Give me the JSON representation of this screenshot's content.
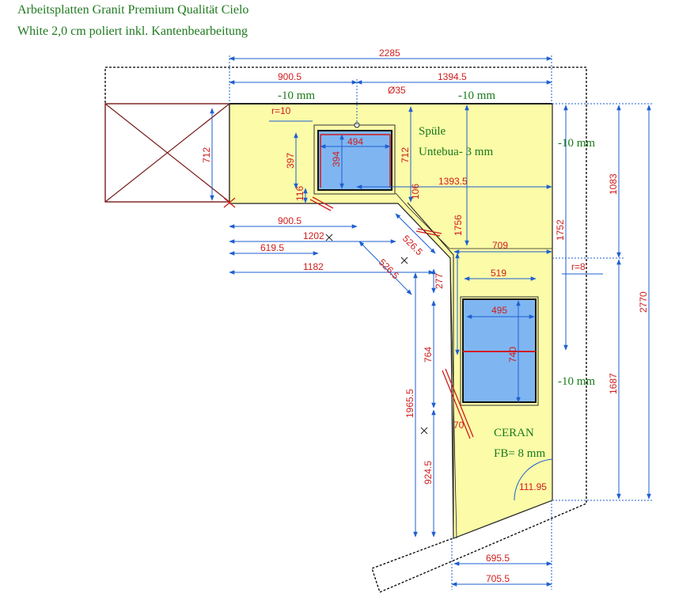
{
  "title": {
    "line1": "Arbeitsplatten Granit Premium Qualität Cielo",
    "line2": "White 2,0 cm poliert inkl. Kantenbearbeitung"
  },
  "notes": {
    "minus10_a": "-10 mm",
    "minus10_b": "-10 mm",
    "minus10_c": "-10 mm",
    "minus10_d": "-10 mm",
    "sink_title": "Spüle",
    "sink_sub": "Untebua- 3 mm",
    "ceran_title": "CERAN",
    "ceran_sub": "FB= 8 mm"
  },
  "dimensions": {
    "d2285": "2285",
    "d900_5_top": "900.5",
    "d1394_5": "1394.5",
    "d35": "Ø35",
    "r10": "r=10",
    "r8": "r=8",
    "d712_left": "712",
    "d397": "397",
    "d494": "494",
    "d394": "394",
    "d712_mid": "712",
    "d116_left": "116",
    "d106": "106",
    "d1393_5": "1393.5",
    "d900_5_low": "900.5",
    "d1202": "1202",
    "d619_5": "619.5",
    "d1182": "1182",
    "d526_5_a": "526.5",
    "d526_5_b": "526.5",
    "d1756": "1756",
    "d709": "709",
    "d1752": "1752",
    "d1083": "1083",
    "d2770": "2770",
    "d277": "277",
    "d519": "519",
    "d495": "495",
    "d740": "740",
    "d764": "764",
    "d1965_5": "1965.5",
    "d1687": "1687",
    "d924_5": "924.5",
    "d70": "70",
    "d111_95": "111.95",
    "d695_5": "695.5",
    "d705_5": "705.5"
  }
}
